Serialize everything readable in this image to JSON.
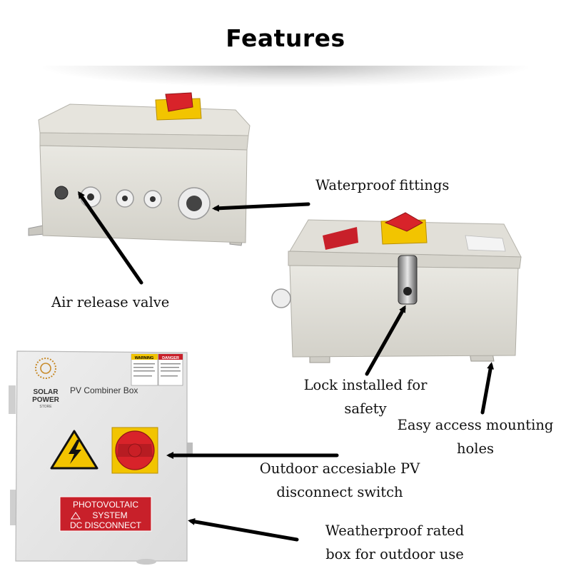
{
  "title": "Features",
  "callouts": {
    "waterproof": "Waterproof fittings",
    "air_release": "Air release valve",
    "lock_line1": "Lock installed for",
    "lock_line2": "safety",
    "mounting_line1": "Easy access mounting",
    "mounting_line2": "holes",
    "switch_line1": "Outdoor accesiable PV",
    "switch_line2": "disconnect switch",
    "weather_line1": "Weatherproof rated",
    "weather_line2": "box for outdoor use"
  },
  "box_front": {
    "brand_line1": "SOLAR",
    "brand_line2": "POWER",
    "brand_line3": "STORE",
    "product_label": "PV Combiner Box",
    "warning_label": "WARNING",
    "danger_label": "DANGER",
    "sign_line1": "PHOTOVOLTAIC",
    "sign_line2": "SYSTEM",
    "sign_line3": "DC DISCONNECT"
  },
  "colors": {
    "enclosure": "#e4e4df",
    "enclosure_front": "#dedcd5",
    "switch_red": "#d8232a",
    "switch_yellow": "#f2c400",
    "sign_red": "#c8202a",
    "arrow": "#000000"
  }
}
